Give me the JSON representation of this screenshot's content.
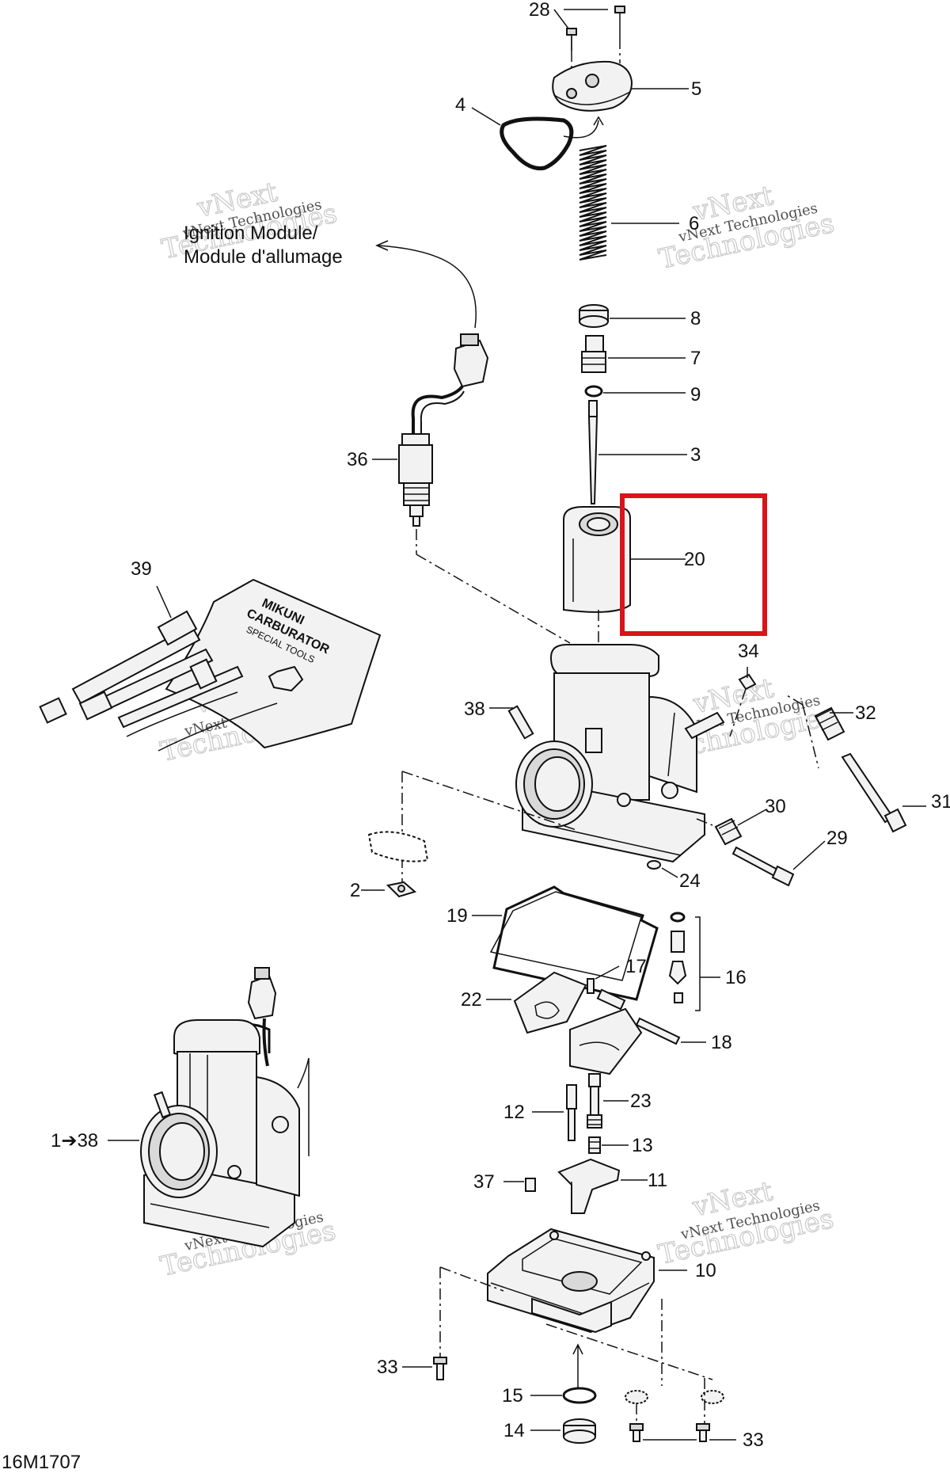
{
  "diagram_id": "16M1707",
  "callouts": {
    "c28": "28",
    "c5": "5",
    "c4": "4",
    "c6": "6",
    "c8": "8",
    "c7": "7",
    "c9": "9",
    "c3": "3",
    "c36": "36",
    "c20": "20",
    "c39": "39",
    "c34": "34",
    "c38": "38",
    "c32": "32",
    "c31": "31",
    "c30": "30",
    "c29": "29",
    "c24": "24",
    "c2": "2",
    "c19": "19",
    "c16": "16",
    "c17": "17",
    "c22": "22",
    "c18": "18",
    "c12": "12",
    "c23": "23",
    "c13": "13",
    "c1to38": "1➔38",
    "c37": "37",
    "c11": "11",
    "c10": "10",
    "c33a": "33",
    "c15": "15",
    "c14": "14",
    "c33b": "33"
  },
  "annotation": {
    "ignition_en": "Ignition Module/",
    "ignition_fr": "Module d'allumage"
  },
  "tool_kit_text": {
    "line1": "MIKUNI",
    "line2": "CARBURATOR",
    "line3": "SPECIAL TOOLS"
  },
  "watermark": {
    "big_top": "vNext",
    "big_bottom": "Technologies",
    "small": "vNext Technologies"
  },
  "highlight": {
    "target_callout": "20",
    "color": "#d9141b"
  },
  "colors": {
    "line": "#111111",
    "part_fill": "#f2f2f2",
    "highlight": "#d9141b"
  }
}
